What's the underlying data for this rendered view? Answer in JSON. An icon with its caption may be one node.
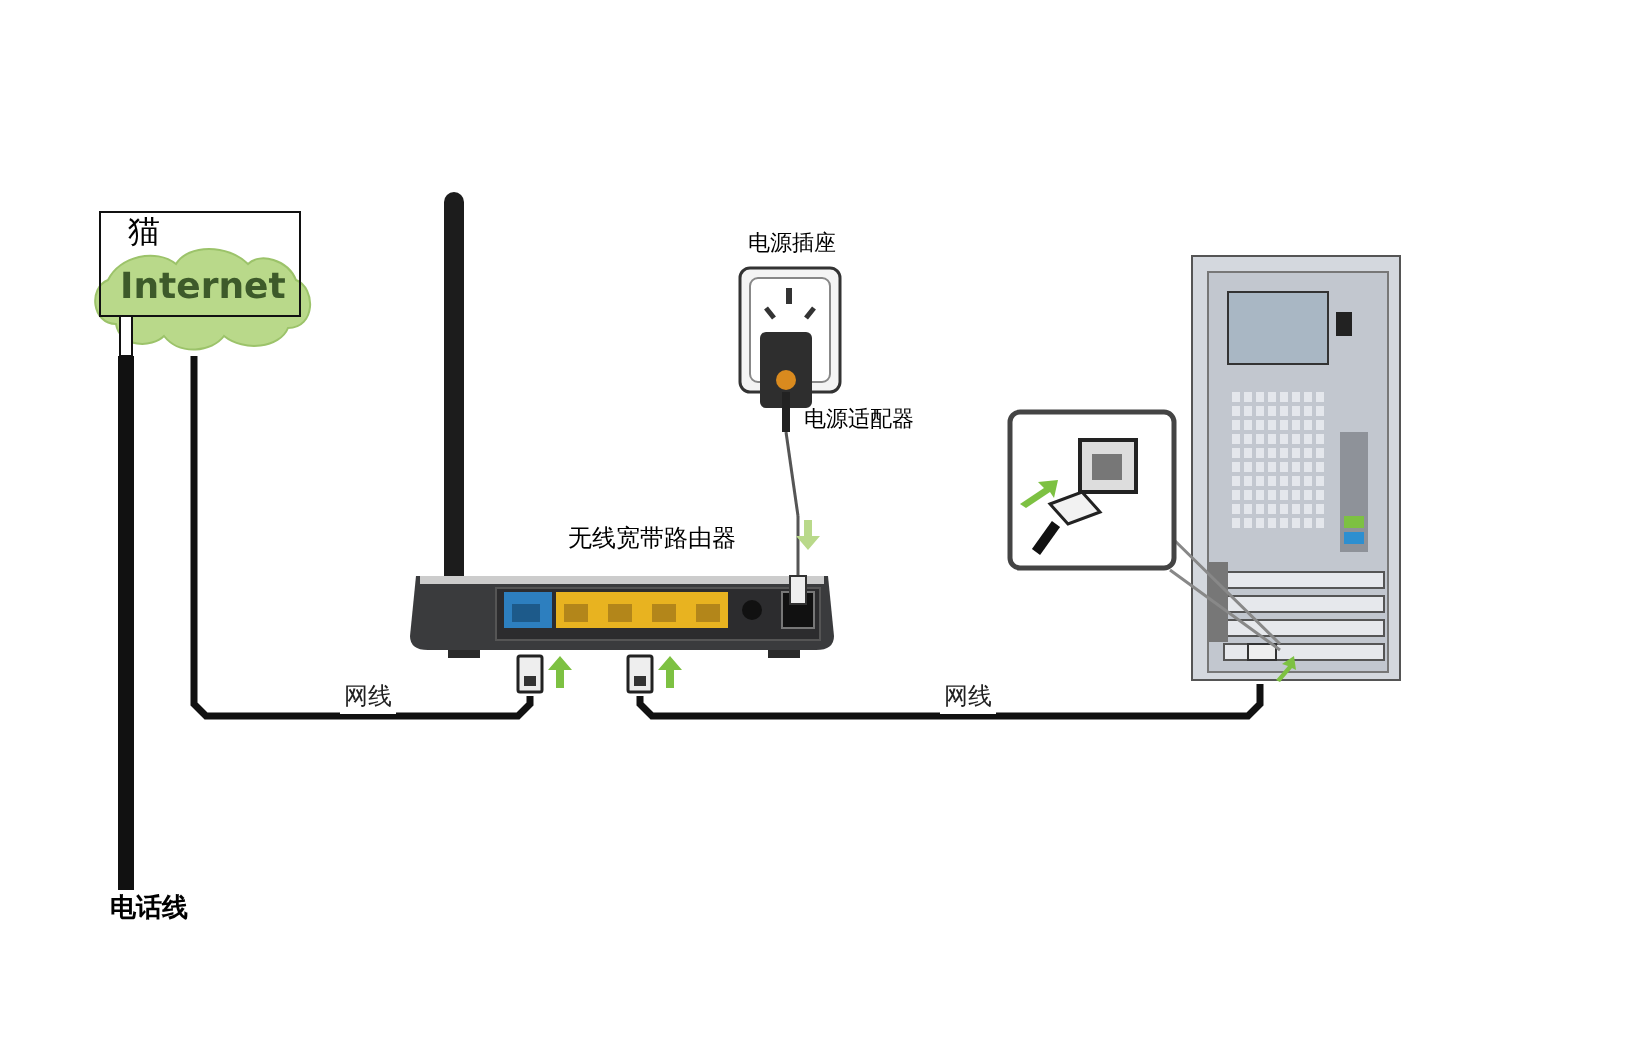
{
  "diagram": {
    "nodes": [
      {
        "text": [
          "猫",
          "Internet"
        ]
      },
      {
        "text": [
          "电话线"
        ]
      },
      {
        "text": [
          "无线宽带路由器"
        ]
      },
      {
        "text": [
          "电源插座"
        ]
      },
      {
        "text": [
          "电源适配器"
        ]
      },
      {
        "text": [],
        "shape": "picture"
      }
    ],
    "edges": [
      {
        "from": 1,
        "to": 0,
        "arrow": "none",
        "style": "thick"
      },
      {
        "from": 0,
        "to": 2,
        "arrow": "none",
        "label": "网线"
      },
      {
        "from": 2,
        "to": 5,
        "arrow": "none",
        "label": "网线"
      },
      {
        "from": 4,
        "to": 2,
        "arrow": "none",
        "color": "#555555"
      }
    ]
  }
}
